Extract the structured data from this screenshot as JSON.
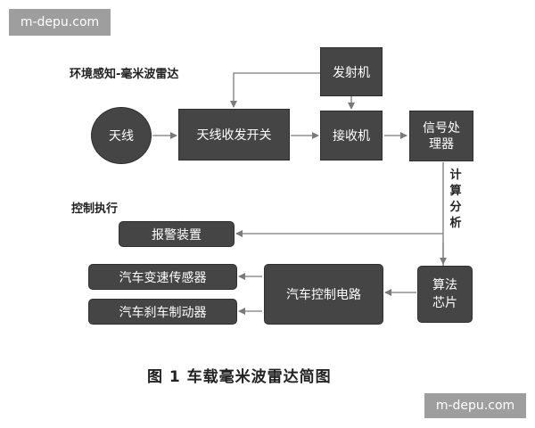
{
  "watermark": "m-depu.com",
  "headings": {
    "perception": "环境感知-毫米波雷达",
    "control": "控制执行"
  },
  "nodes": {
    "antenna": "天线",
    "switch": "天线收发开关",
    "transmitter": "发射机",
    "receiver": "接收机",
    "processor": "信号处理器",
    "compute": "计算分析",
    "alarm": "报警装置",
    "speed_sensor": "汽车变速传感器",
    "brake": "汽车刹车制动器",
    "control_circuit": "汽车控制电路",
    "chip": "算法芯片"
  },
  "caption": "图 1   车载毫米波雷达简图",
  "colors": {
    "box": "#454545",
    "line": "#7a7a7a",
    "watermark": "#9e9e9e"
  }
}
